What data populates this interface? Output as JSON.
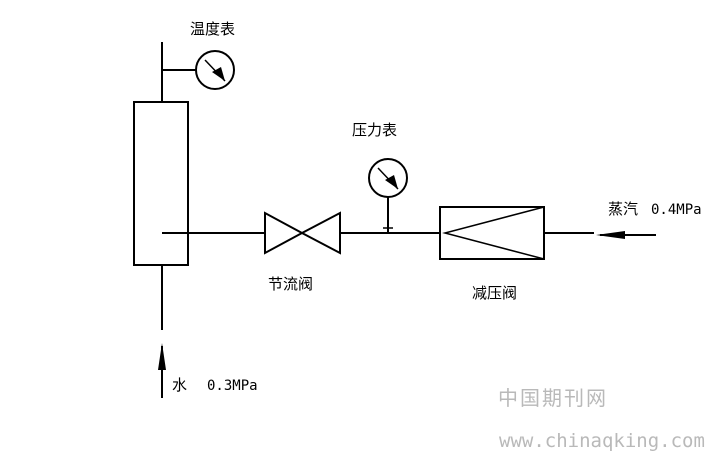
{
  "labels": {
    "thermometer": "温度表",
    "pressure_gauge": "压力表",
    "throttle_valve": "节流阀",
    "reducing_valve": "减压阀",
    "steam": "蒸汽",
    "steam_pressure": "0.4MPa",
    "water": "水",
    "water_pressure": "0.3MPa"
  },
  "watermark": {
    "site_name": "中国期刊网",
    "url": "www.chinaqking.com"
  }
}
